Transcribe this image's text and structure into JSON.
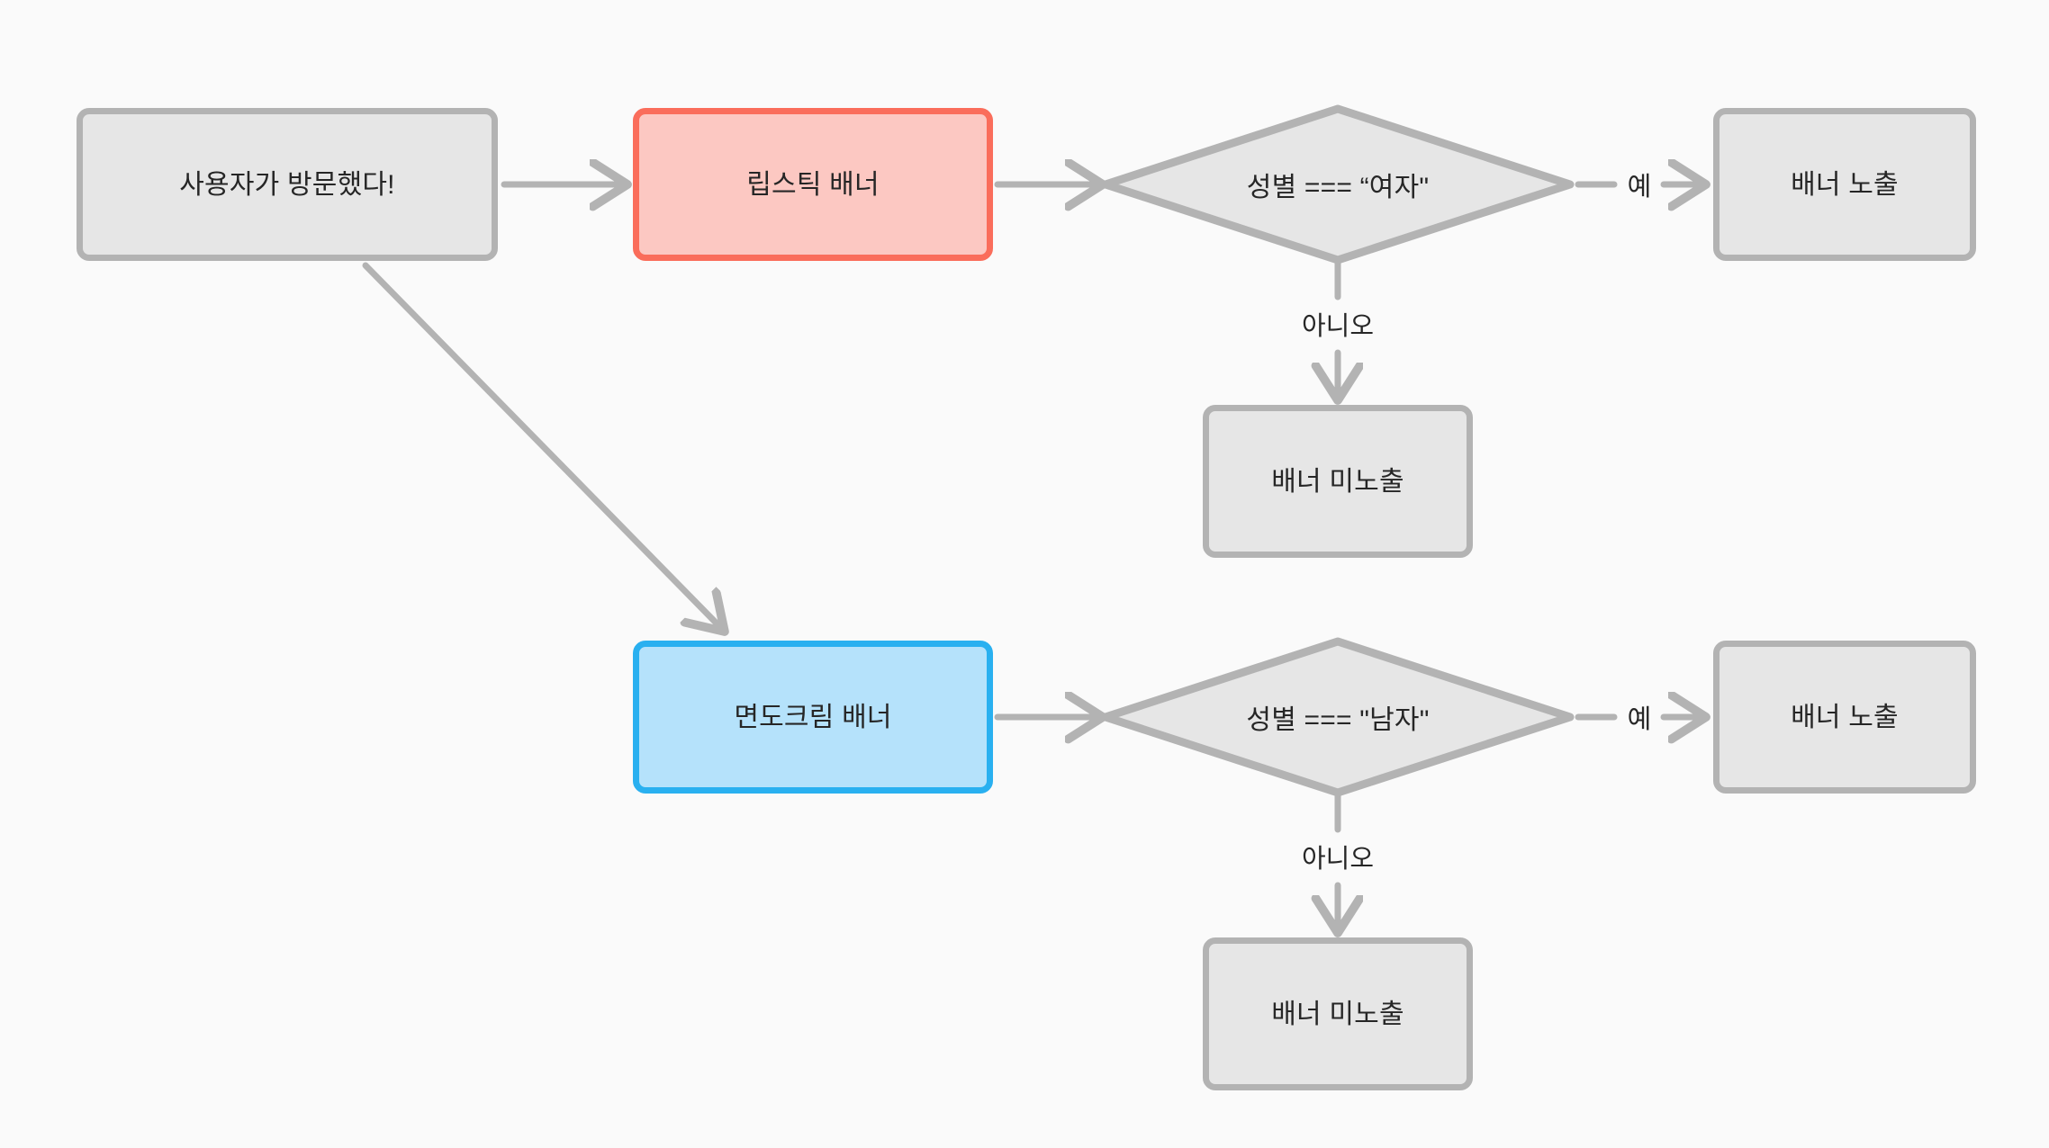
{
  "diagram": {
    "background_color": "#fafafa",
    "title": "",
    "nodes": {
      "start": {
        "label": "사용자가 방문했다!",
        "shape": "rounded-rect",
        "fill": "#e6e6e6",
        "border": "#b3b3b3"
      },
      "lipstick_banner": {
        "label": "립스틱 배너",
        "shape": "rounded-rect",
        "fill": "#fcc8c2",
        "border": "#fa6d5b"
      },
      "shaving_banner": {
        "label": "면도크림 배너",
        "shape": "rounded-rect",
        "fill": "#b5e2fb",
        "border": "#29b0f0"
      },
      "decision_female": {
        "label": "성별 === “여자\"",
        "shape": "diamond",
        "fill": "#e6e6e6",
        "border": "#b3b3b3"
      },
      "decision_male": {
        "label": "성별 === \"남자\"",
        "shape": "diamond",
        "fill": "#e6e6e6",
        "border": "#b3b3b3"
      },
      "show_banner_female": {
        "label": "배너 노출",
        "shape": "rounded-rect",
        "fill": "#e6e6e6",
        "border": "#b3b3b3"
      },
      "hide_banner_female": {
        "label": "배너 미노출",
        "shape": "rounded-rect",
        "fill": "#e6e6e6",
        "border": "#b3b3b3"
      },
      "show_banner_male": {
        "label": "배너 노출",
        "shape": "rounded-rect",
        "fill": "#e6e6e6",
        "border": "#b3b3b3"
      },
      "hide_banner_male": {
        "label": "배너 미노출",
        "shape": "rounded-rect",
        "fill": "#e6e6e6",
        "border": "#b3b3b3"
      }
    },
    "edge_labels": {
      "female_yes": "예",
      "female_no": "아니오",
      "male_yes": "예",
      "male_no": "아니오"
    },
    "edges": [
      {
        "from": "start",
        "to": "lipstick_banner",
        "label": ""
      },
      {
        "from": "start",
        "to": "shaving_banner",
        "label": ""
      },
      {
        "from": "lipstick_banner",
        "to": "decision_female",
        "label": ""
      },
      {
        "from": "decision_female",
        "to": "show_banner_female",
        "label": "예"
      },
      {
        "from": "decision_female",
        "to": "hide_banner_female",
        "label": "아니오"
      },
      {
        "from": "shaving_banner",
        "to": "decision_male",
        "label": ""
      },
      {
        "from": "decision_male",
        "to": "show_banner_male",
        "label": "예"
      },
      {
        "from": "decision_male",
        "to": "hide_banner_male",
        "label": "아니오"
      }
    ]
  }
}
